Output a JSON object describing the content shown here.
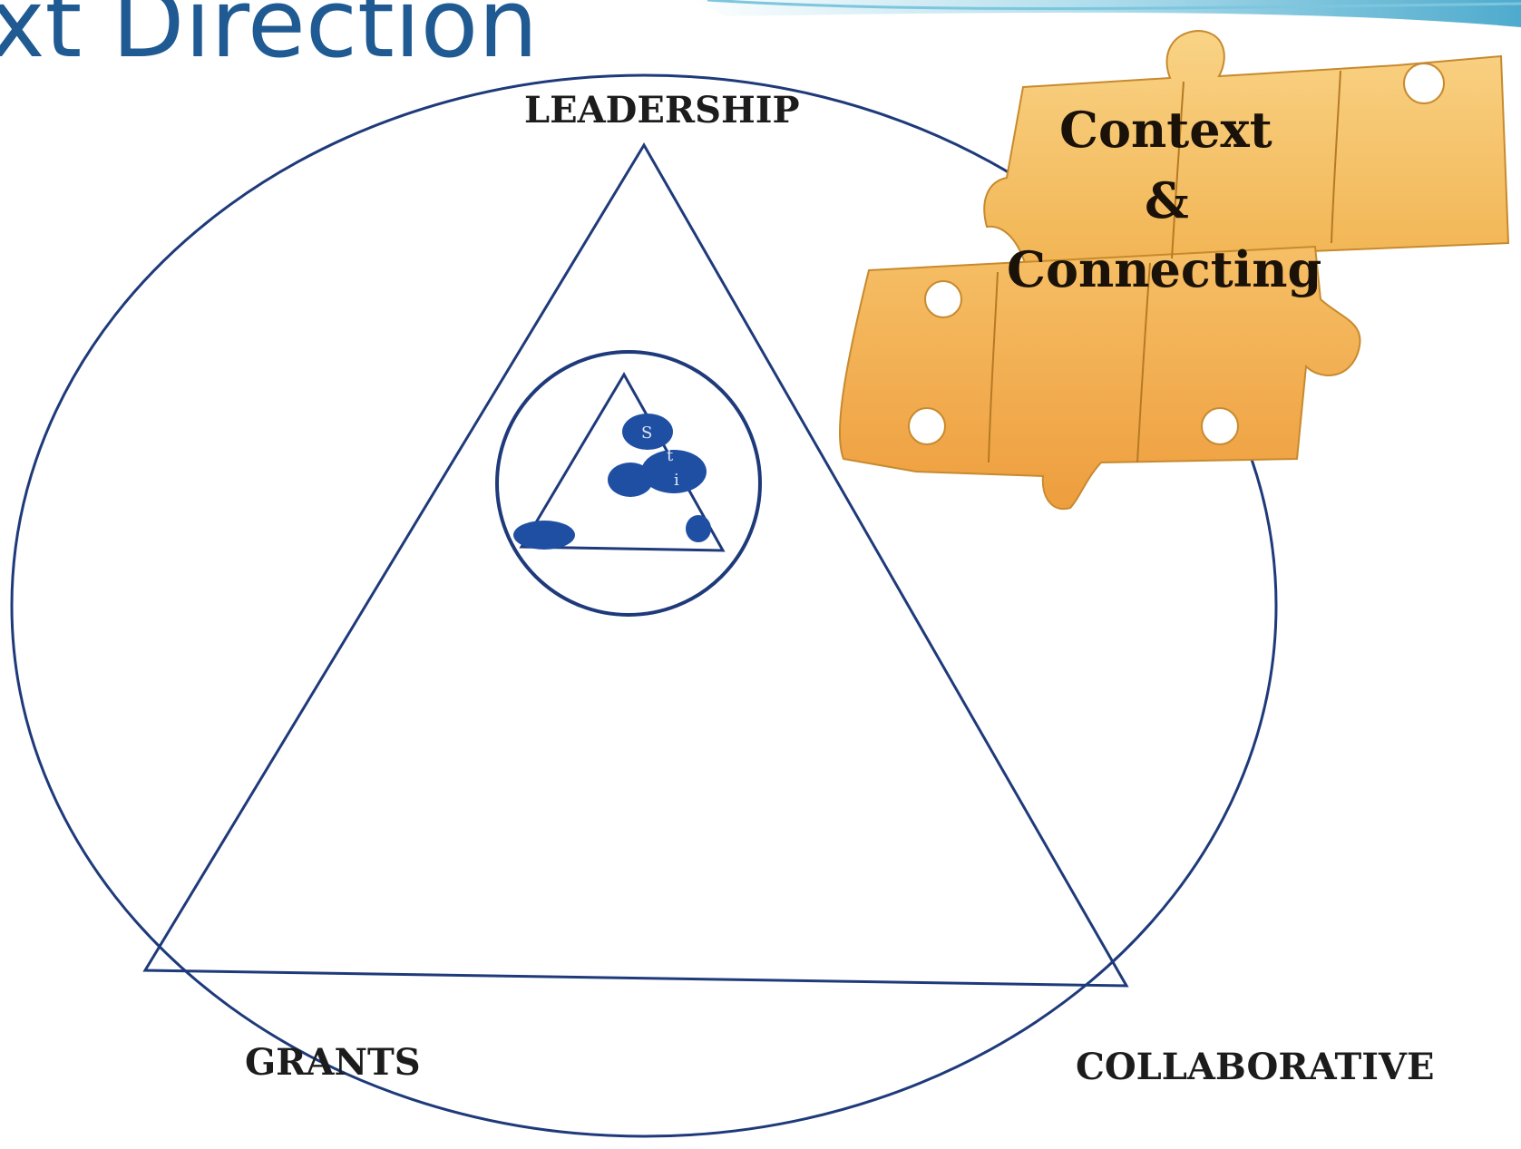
{
  "header": {
    "title": "xt Direction",
    "accent_color": "#1f5a93",
    "banner_color": "#5bb8d6"
  },
  "diagram": {
    "line_color": "#1e3a7a",
    "dot_color": "#1f4fa3",
    "labels": {
      "top": "LEADERSHIP",
      "bottom_left": "GRANTS",
      "bottom_right": "COLLABORATIVE"
    },
    "inner_fragments": [
      "S",
      "t",
      "i"
    ]
  },
  "puzzle": {
    "line1": "Context",
    "line2": "&",
    "line3": "Connecting",
    "colors": {
      "top_piece": "#f5c268",
      "bottom_piece": "#f2a84c",
      "edge": "#c78a2e"
    }
  }
}
